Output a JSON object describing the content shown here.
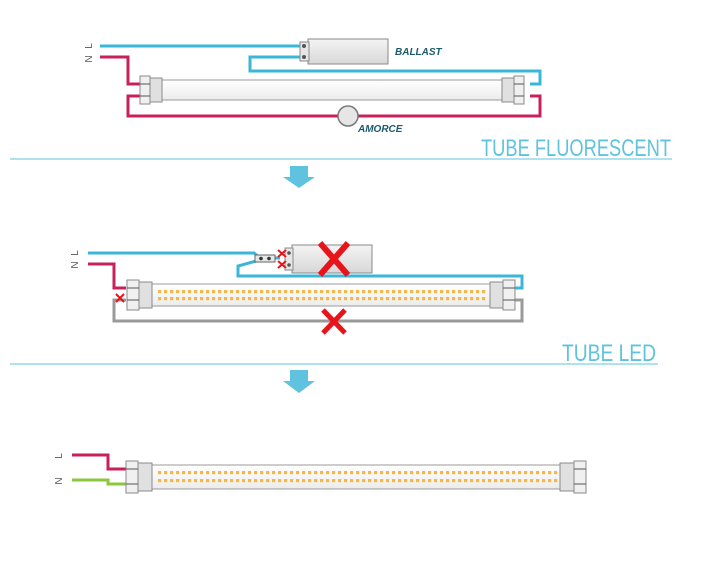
{
  "section_fluorescent": {
    "title": "TUBE FLUORESCENT",
    "ballast_label": "BALLAST",
    "starter_label": "AMORCE",
    "wire_letters": [
      "L",
      "N"
    ]
  },
  "section_led_retrofit": {
    "title": "TUBE LED",
    "wire_letters": [
      "L",
      "N"
    ]
  },
  "section_led_direct": {
    "wire_letters": [
      "L",
      "N"
    ]
  },
  "colors": {
    "live_wire": "#c8205a",
    "neutral_wire": "#3ab7d8",
    "neutral_wire_final": "#8cc63e",
    "bypass_wire": "#9a9a9a",
    "remove_mark": "#e8141b",
    "accent": "#5fc3df",
    "label_text": "#1b5a6e",
    "led_dot": "#f2b84b"
  },
  "icons": {
    "arrow": "down-arrow-icon",
    "remove": "cross-icon"
  }
}
